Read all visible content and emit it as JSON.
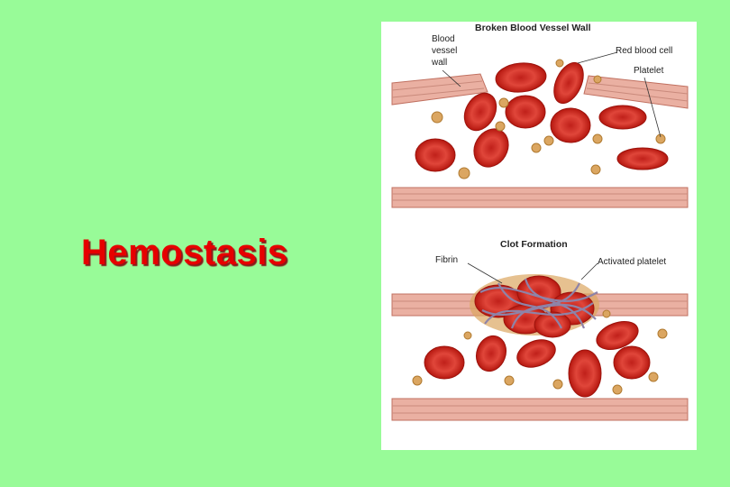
{
  "slide": {
    "title": "Hemostasis"
  },
  "figure": {
    "top_heading": "Broken Blood Vessel Wall",
    "bottom_heading": "Clot Formation",
    "labels": {
      "vessel_wall": [
        "Blood",
        "vessel",
        "wall"
      ],
      "red_blood_cell": "Red blood cell",
      "platelet": "Platelet",
      "fibrin": "Fibrin",
      "activated_platelet": "Activated platelet"
    }
  },
  "colors": {
    "background": "#98fb98",
    "title": "#e60000",
    "rbc": "#d42a1f",
    "platelet": "#d9a65a",
    "vessel_wall": "#e9a89a",
    "fibrin": "#8e83a8"
  }
}
